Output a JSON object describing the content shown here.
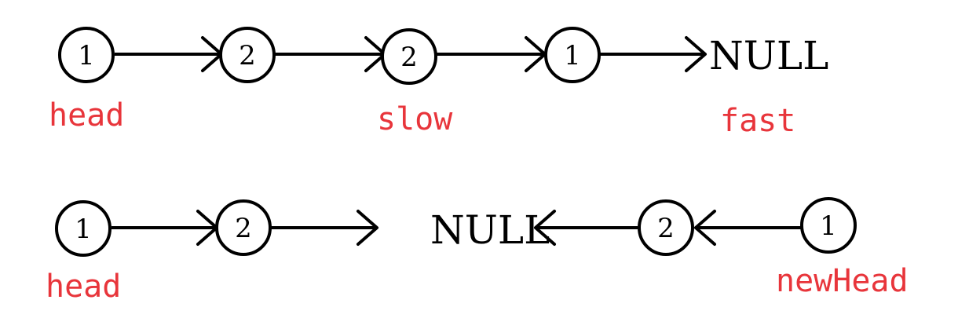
{
  "colors": {
    "node_stroke": "#000000",
    "edge": "#000000",
    "label": "#e8353b",
    "background": "#ffffff"
  },
  "diagram": {
    "row1": {
      "nodes": [
        "1",
        "2",
        "2",
        "1"
      ],
      "null_label": "NULL",
      "pointer_labels": {
        "head": "head",
        "slow": "slow",
        "fast": "fast"
      }
    },
    "row2": {
      "left_nodes": [
        "1",
        "2"
      ],
      "null_label": "NULL",
      "right_nodes": [
        "2",
        "1"
      ],
      "pointer_labels": {
        "head": "head",
        "newHead": "newHead"
      }
    }
  }
}
